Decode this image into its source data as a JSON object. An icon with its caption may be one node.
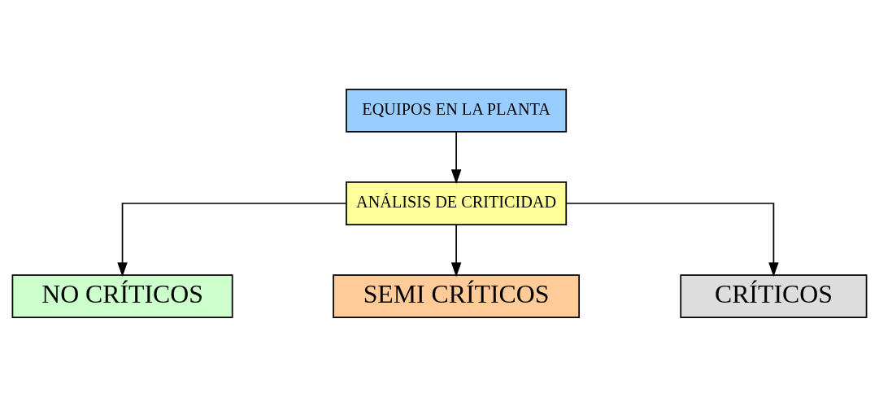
{
  "diagram": {
    "nodes": [
      {
        "text": [
          "EQUIPOS EN LA PLANTA"
        ]
      },
      {
        "text": [
          "ANÁLISIS DE CRITICIDAD"
        ]
      },
      {
        "text": [
          "NO CRÍTICOS"
        ]
      },
      {
        "text": [
          "SEMI CRÍTICOS"
        ]
      },
      {
        "text": [
          "CRÍTICOS"
        ]
      }
    ],
    "edges": [
      {
        "from": 0,
        "to": 1,
        "arrow": "to"
      },
      {
        "from": 1,
        "to": 2,
        "arrow": "to"
      },
      {
        "from": 1,
        "to": 3,
        "arrow": "to"
      },
      {
        "from": 1,
        "to": 4,
        "arrow": "to"
      }
    ]
  }
}
